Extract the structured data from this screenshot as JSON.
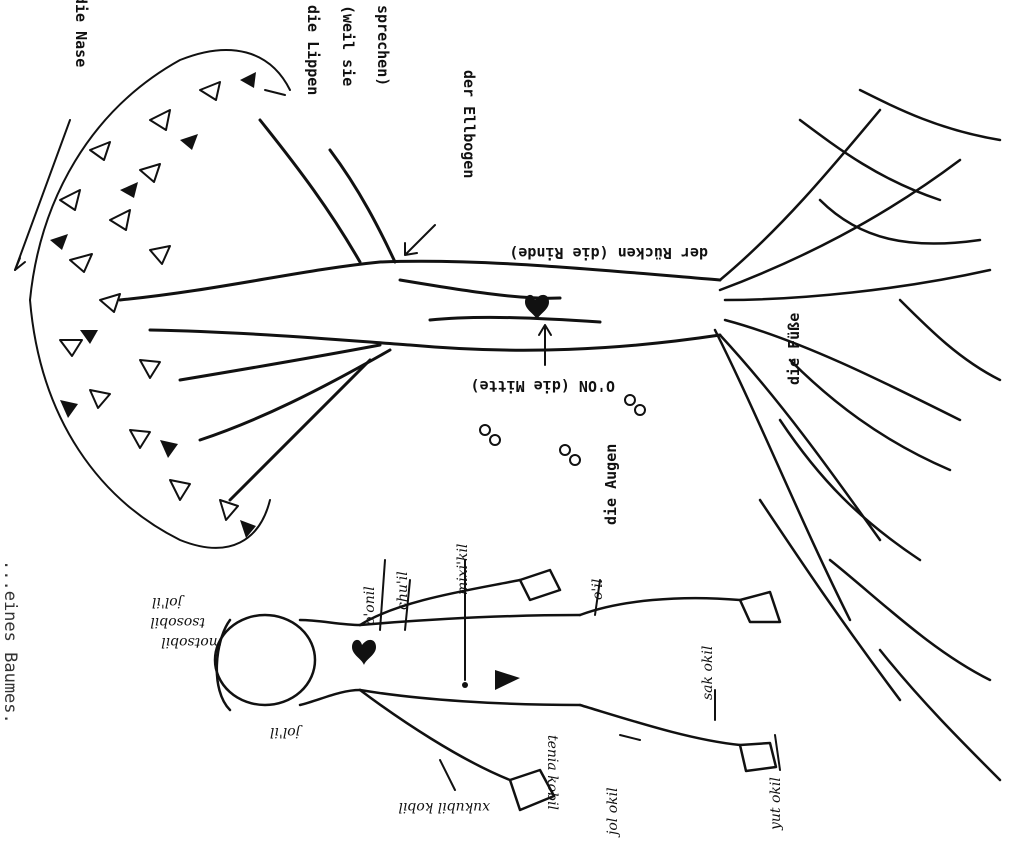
{
  "title": "...eines Baumes.",
  "tree_labels": {
    "nose": "die Nase",
    "lips_line1": "die Lippen",
    "lips_line2": "(weil sie",
    "lips_line3": "sprechen)",
    "elbow": "der Ellbogen",
    "back": "der Rücken (die Rinde)",
    "center": "O'ON (die Mitte)",
    "eyes": "die Augen",
    "feet": "die Füße"
  },
  "body_labels": {
    "hair": "motsobil",
    "forehead": "jol'il",
    "ear": "tsosobil",
    "head": "jol'il",
    "heart": "o'onil",
    "breast": "chu'il",
    "navel": "mixi'kil",
    "hand": "o'il",
    "knee": "sak okil",
    "ankle": "jol okil",
    "toes": "yut okil",
    "arm": "xukubil kobil",
    "fingers": "tenia kobil"
  }
}
